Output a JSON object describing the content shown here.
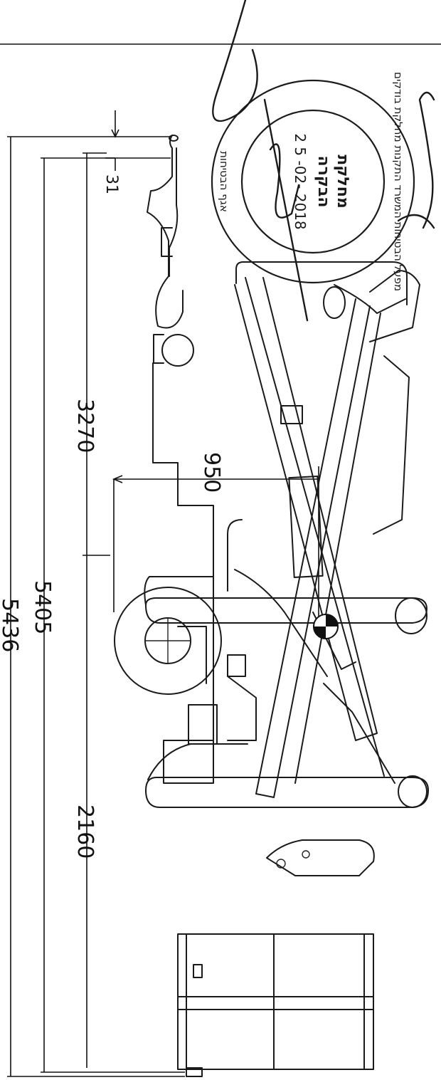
{
  "dimensions": {
    "d31": "31",
    "d3270": "3270",
    "d950": "950",
    "d5405": "5405",
    "d5436": "5436",
    "d2160": "2160"
  },
  "stamp": {
    "ring_text": "מפעל הבטיחות המשרד התקנות מחלקת בודקים",
    "line1": "מחלקת",
    "line2": "הבקרה",
    "date": "2 5 -02- 2018",
    "signature_text": "אגף הבטיחות"
  }
}
